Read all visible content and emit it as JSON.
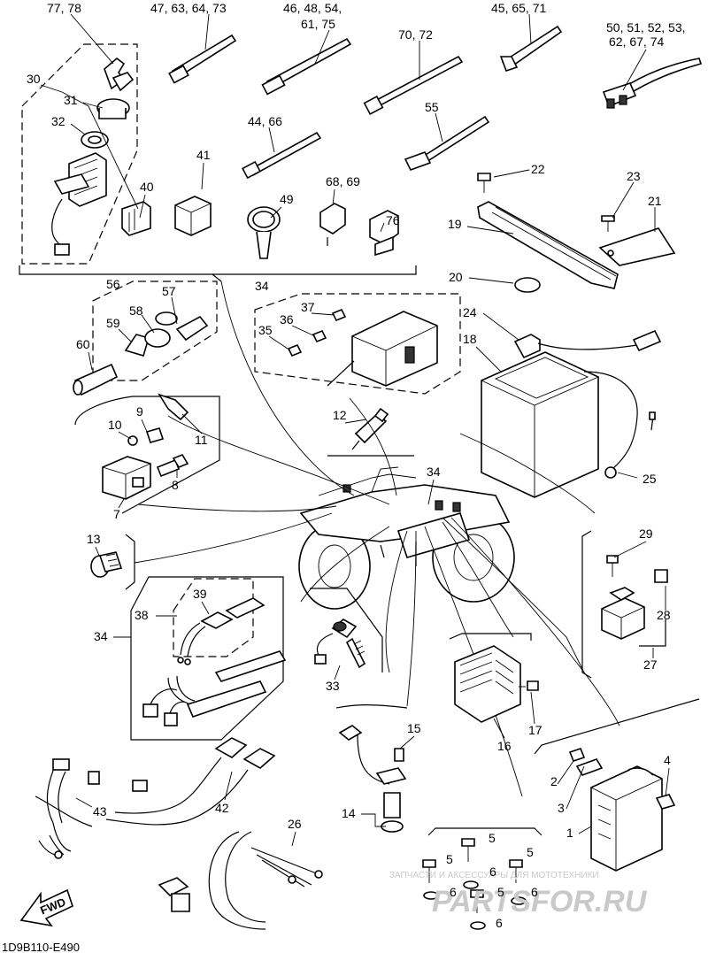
{
  "diagram": {
    "code": "1D9B110-E490",
    "fwd_label": "FWD",
    "watermark": {
      "subtitle": "ЗАПЧАСТИ И АКСЕССУАРЫ ДЛЯ МОТОТЕХНИКИ",
      "brand": "PARTSFOR.RU"
    },
    "callouts": [
      "77, 78",
      "47, 63, 64, 73",
      "46, 48, 54,",
      "61, 75",
      "45, 65, 71",
      "50, 51, 52, 53,",
      "62, 67, 74",
      "70, 72",
      "30",
      "31",
      "32",
      "55",
      "44, 66",
      "22",
      "41",
      "40",
      "49",
      "68, 69",
      "76",
      "23",
      "21",
      "19",
      "20",
      "56",
      "57",
      "58",
      "59",
      "34",
      "37",
      "36",
      "35",
      "24",
      "18",
      "60",
      "9",
      "10",
      "11",
      "12",
      "8",
      "7",
      "25",
      "34",
      "13",
      "29",
      "39",
      "38",
      "34",
      "28",
      "27",
      "33",
      "17",
      "16",
      "15",
      "14",
      "42",
      "43",
      "26",
      "4",
      "2",
      "3",
      "1",
      "5",
      "5",
      "6",
      "5",
      "6",
      "5",
      "6",
      "6"
    ]
  }
}
